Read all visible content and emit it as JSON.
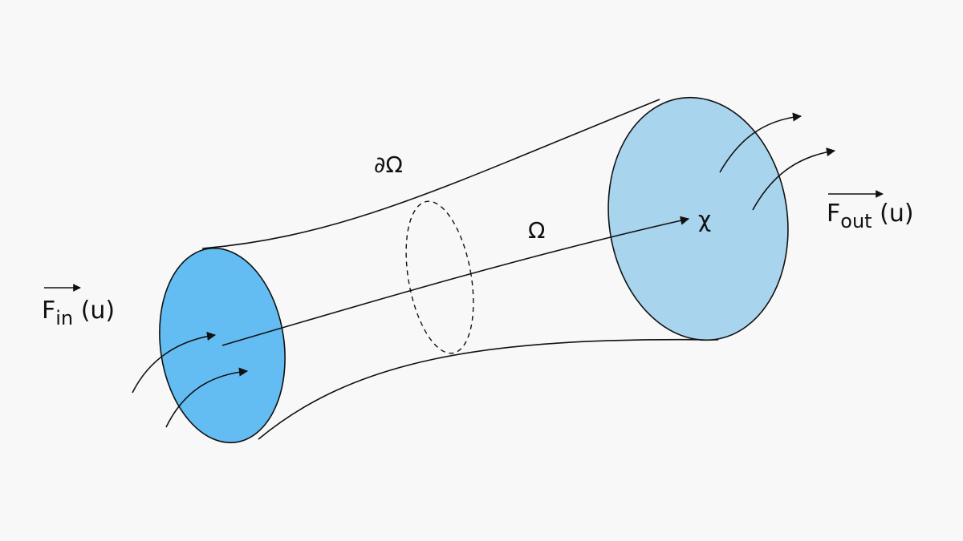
{
  "diagram": {
    "colors": {
      "background": "#f8f8f8",
      "stroke": "#111111",
      "inlet_fill": "#63bdf2",
      "outlet_fill": "#a9d4ee"
    },
    "labels": {
      "boundary": "∂Ω",
      "domain": "Ω",
      "point": "χ",
      "flux_in_main": "F",
      "flux_in_sub": "in",
      "flux_in_arg": " (u)",
      "flux_out_main": "F",
      "flux_out_sub": "out",
      "flux_out_arg": " (u)"
    }
  }
}
